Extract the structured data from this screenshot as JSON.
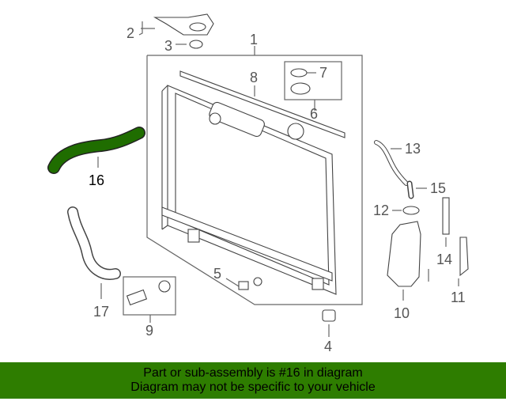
{
  "diagram": {
    "callouts": [
      "1",
      "2",
      "3",
      "4",
      "5",
      "6",
      "7",
      "8",
      "9",
      "10",
      "11",
      "12",
      "13",
      "14",
      "15",
      "16",
      "17"
    ],
    "highlighted_part": "16",
    "highlight_color": "#1f6d00",
    "line_color": "#444444"
  },
  "banner": {
    "line1": "Part or sub-assembly is #16 in diagram",
    "line2": "Diagram may not be specific to your vehicle",
    "background": "#2e7d00"
  }
}
